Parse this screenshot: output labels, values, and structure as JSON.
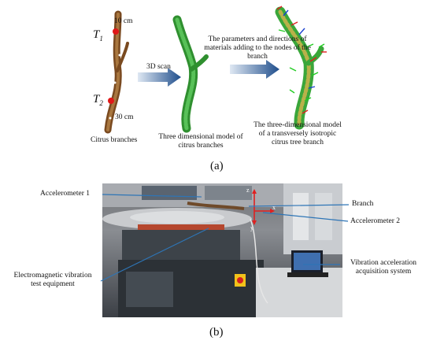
{
  "panel_a": {
    "label": "(a)",
    "branch1": {
      "t1": "T",
      "t1_sub": "1",
      "t2": "T",
      "t2_sub": "2",
      "dist_top": "10 cm",
      "dist_bottom": "30 cm",
      "caption": "Citrus branches"
    },
    "arrow1_label": "3D scan",
    "branch2_caption_l1": "Three dimensional model of",
    "branch2_caption_l2": "citrus branches",
    "arrow2_label_l1": "The parameters and directions of",
    "arrow2_label_l2": "materials adding to the nodes of the",
    "arrow2_label_l3": "branch",
    "branch3_caption_l1": "The three-dimensional model",
    "branch3_caption_l2": "of a transversely isotropic",
    "branch3_caption_l3": "citrus tree branch"
  },
  "panel_b": {
    "label": "(b)",
    "accelerometer1": "Accelerometer 1",
    "branch": "Branch",
    "accelerometer2": "Accelerometer  2",
    "em_l1": "Electromagnetic vibration",
    "em_l2": "test equipment",
    "vib_l1": "Vibration acceleration",
    "vib_l2": "acquisition system",
    "axis_z": "z",
    "axis_x": "x",
    "axis_y": "y"
  },
  "colors": {
    "arrow_blue": "#1f4e8c",
    "annotation_line": "#2e75b6",
    "wood": "#8a5a2b",
    "mesh_green": "#3aa63a",
    "axis_red": "#e02020"
  }
}
